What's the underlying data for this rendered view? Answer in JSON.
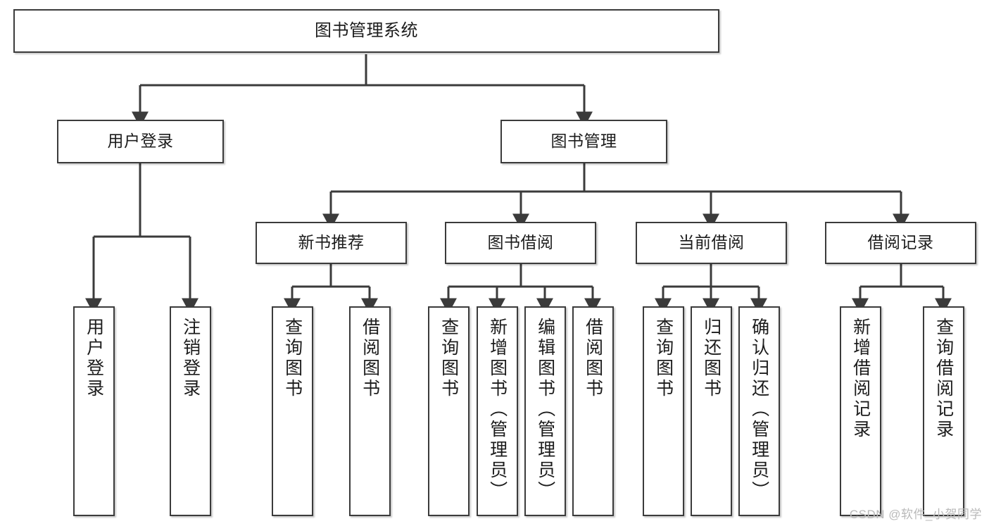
{
  "diagram": {
    "title": "图书管理系统",
    "type": "tree",
    "style": {
      "box_border_color": "#3b3b3b",
      "box_fill_color": "#ffffff",
      "connector_color": "#3b3b3b",
      "text_color": "#1c1c1c",
      "background_color": "#ffffff",
      "watermark_color": "#b9b9b9"
    },
    "nodes": {
      "root": {
        "label": "图书管理系统"
      },
      "level1": [
        {
          "id": "user-login",
          "label": "用户登录"
        },
        {
          "id": "book-management",
          "label": "图书管理"
        }
      ],
      "level2": [
        {
          "id": "new-book-recommend",
          "label": "新书推荐"
        },
        {
          "id": "book-borrow",
          "label": "图书借阅"
        },
        {
          "id": "current-borrow",
          "label": "当前借阅"
        },
        {
          "id": "borrow-record",
          "label": "借阅记录"
        }
      ],
      "leaves": {
        "user-login": [
          {
            "id": "leaf-user-login",
            "label": "用户登录"
          },
          {
            "id": "leaf-logout-login",
            "label": "注销登录"
          }
        ],
        "new-book-recommend": [
          {
            "id": "leaf-query-book-1",
            "label": "查询图书"
          },
          {
            "id": "leaf-borrow-book-1",
            "label": "借阅图书"
          }
        ],
        "book-borrow": [
          {
            "id": "leaf-query-book-2",
            "label": "查询图书"
          },
          {
            "id": "leaf-add-book",
            "label": "新增图书（管理员）"
          },
          {
            "id": "leaf-edit-book",
            "label": "编辑图书（管理员）"
          },
          {
            "id": "leaf-borrow-book-2",
            "label": "借阅图书"
          }
        ],
        "current-borrow": [
          {
            "id": "leaf-query-book-3",
            "label": "查询图书"
          },
          {
            "id": "leaf-return-book",
            "label": "归还图书"
          },
          {
            "id": "leaf-confirm-return",
            "label": "确认归还（管理员）"
          }
        ],
        "borrow-record": [
          {
            "id": "leaf-add-record",
            "label": "新增借阅记录"
          },
          {
            "id": "leaf-query-record",
            "label": "查询借阅记录"
          }
        ]
      }
    },
    "edges": [
      {
        "from": "root",
        "to": "user-login"
      },
      {
        "from": "root",
        "to": "book-management"
      },
      {
        "from": "book-management",
        "to": "new-book-recommend"
      },
      {
        "from": "book-management",
        "to": "book-borrow"
      },
      {
        "from": "book-management",
        "to": "current-borrow"
      },
      {
        "from": "book-management",
        "to": "borrow-record"
      },
      {
        "from": "user-login",
        "to": "leaf-user-login"
      },
      {
        "from": "user-login",
        "to": "leaf-logout-login"
      },
      {
        "from": "new-book-recommend",
        "to": "leaf-query-book-1"
      },
      {
        "from": "new-book-recommend",
        "to": "leaf-borrow-book-1"
      },
      {
        "from": "book-borrow",
        "to": "leaf-query-book-2"
      },
      {
        "from": "book-borrow",
        "to": "leaf-add-book"
      },
      {
        "from": "book-borrow",
        "to": "leaf-edit-book"
      },
      {
        "from": "book-borrow",
        "to": "leaf-borrow-book-2"
      },
      {
        "from": "current-borrow",
        "to": "leaf-query-book-3"
      },
      {
        "from": "current-borrow",
        "to": "leaf-return-book"
      },
      {
        "from": "current-borrow",
        "to": "leaf-confirm-return"
      },
      {
        "from": "borrow-record",
        "to": "leaf-add-record"
      },
      {
        "from": "borrow-record",
        "to": "leaf-query-record"
      }
    ]
  },
  "watermark": {
    "text": "CSDN @软件_小贺同学"
  }
}
